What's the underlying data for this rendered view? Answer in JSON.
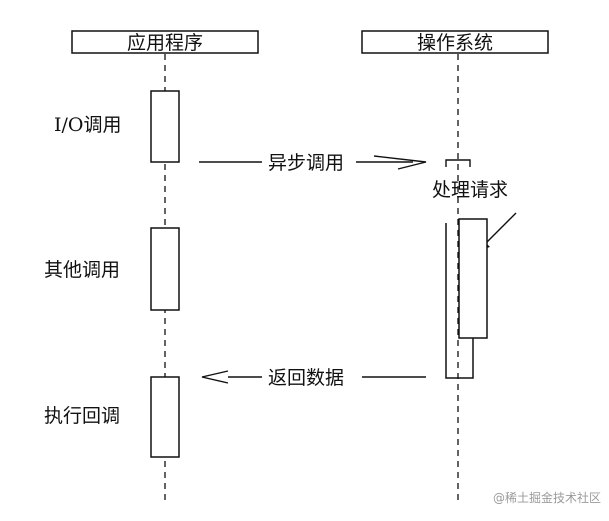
{
  "participants": {
    "app": "应用程序",
    "os": "操作系统"
  },
  "labels": {
    "io_call": "I/O调用",
    "other_call": "其他调用",
    "exec_callback": "执行回调",
    "async_call": "异步调用",
    "process_request": "处理请求",
    "return_data": "返回数据"
  },
  "watermark": "@稀土掘金技术社区"
}
